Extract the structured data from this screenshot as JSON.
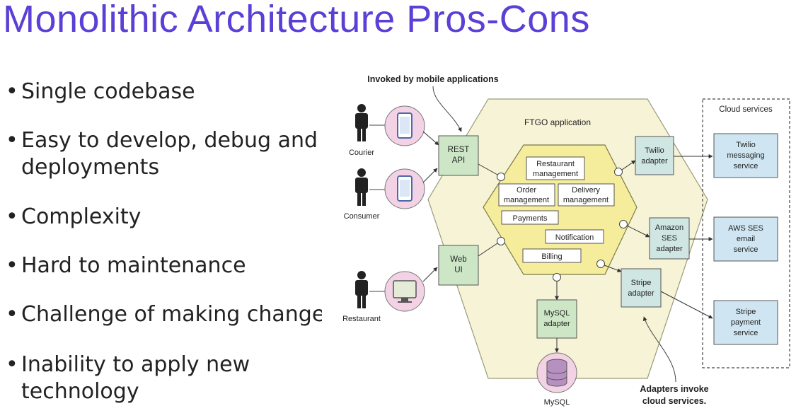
{
  "title": "Monolithic Architecture Pros-Cons",
  "bullets": [
    "Single codebase",
    "Easy to develop, debug and\ndeployments",
    "Complexity",
    "Hard to maintenance",
    "Challenge of making changes",
    "Inability to apply new\ntechnology"
  ],
  "diagram": {
    "invoked_note": "Invoked by mobile applications",
    "adapters_note_line1": "Adapters invoke",
    "adapters_note_line2": "cloud services.",
    "app_label": "FTGO application",
    "cloud_label": "Cloud services",
    "actors": {
      "courier": "Courier",
      "consumer": "Consumer",
      "restaurant": "Restaurant"
    },
    "rest_api": [
      "REST",
      "API"
    ],
    "web_ui": [
      "Web",
      "UI"
    ],
    "modules": {
      "restaurant": [
        "Restaurant",
        "management"
      ],
      "order": [
        "Order",
        "management"
      ],
      "delivery": [
        "Delivery",
        "management"
      ],
      "payments": "Payments",
      "notification": "Notification",
      "billing": "Billing"
    },
    "adapters": {
      "twilio": [
        "Twilio",
        "adapter"
      ],
      "ses": [
        "Amazon",
        "SES",
        "adapter"
      ],
      "stripe": [
        "Stripe",
        "adapter"
      ],
      "mysql": [
        "MySQL",
        "adapter"
      ]
    },
    "services": {
      "twilio": [
        "Twilio",
        "messaging",
        "service"
      ],
      "ses": [
        "AWS SES",
        "email",
        "service"
      ],
      "stripe": [
        "Stripe",
        "payment",
        "service"
      ]
    },
    "db_label": "MySQL"
  },
  "colors": {
    "title": "#5b3fd6",
    "hexagon_outer": "#f7f3d6",
    "hexagon_inner": "#f6ed9c",
    "adapter_fill": "#cde6c6",
    "service_fill": "#cfe6f2",
    "pink": "#f2d2e4"
  }
}
